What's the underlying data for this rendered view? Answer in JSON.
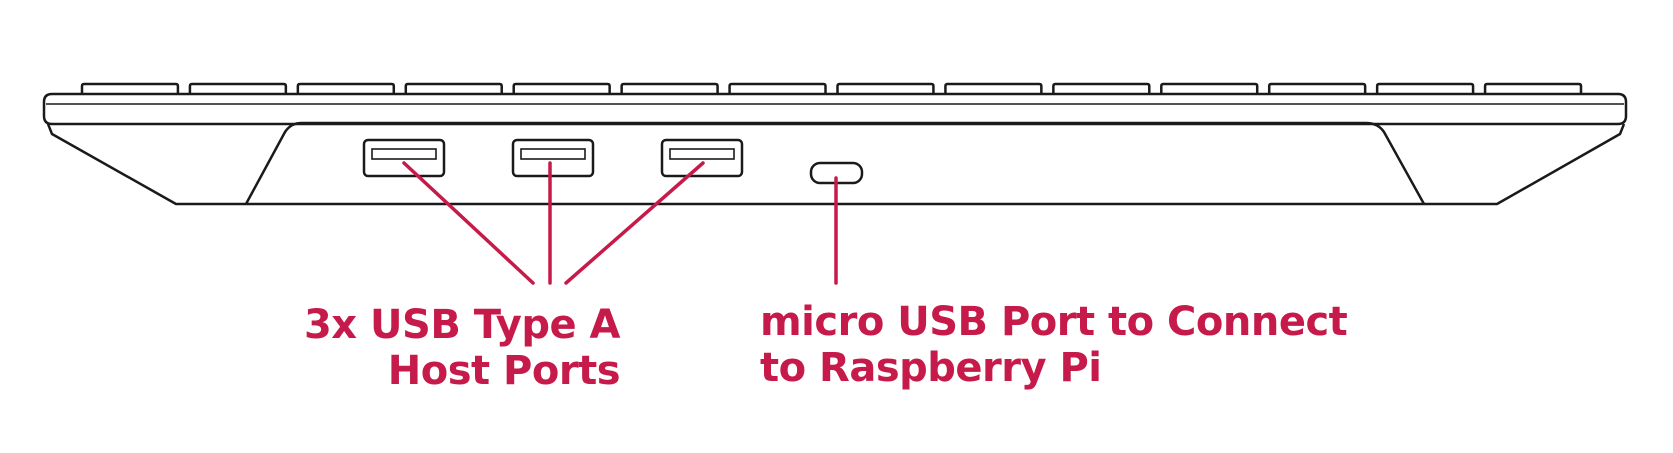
{
  "callouts": {
    "usb_a": {
      "line1": "3x USB Type A",
      "line2": "Host Ports"
    },
    "micro_usb": {
      "line1": "micro USB Port to Connect",
      "line2": "to Raspberry Pi"
    }
  },
  "colors": {
    "outline": "#1a1a1a",
    "callout": "#c51a4a",
    "background": "#ffffff"
  },
  "keycap_count": 14,
  "usb_a_port_count": 3
}
